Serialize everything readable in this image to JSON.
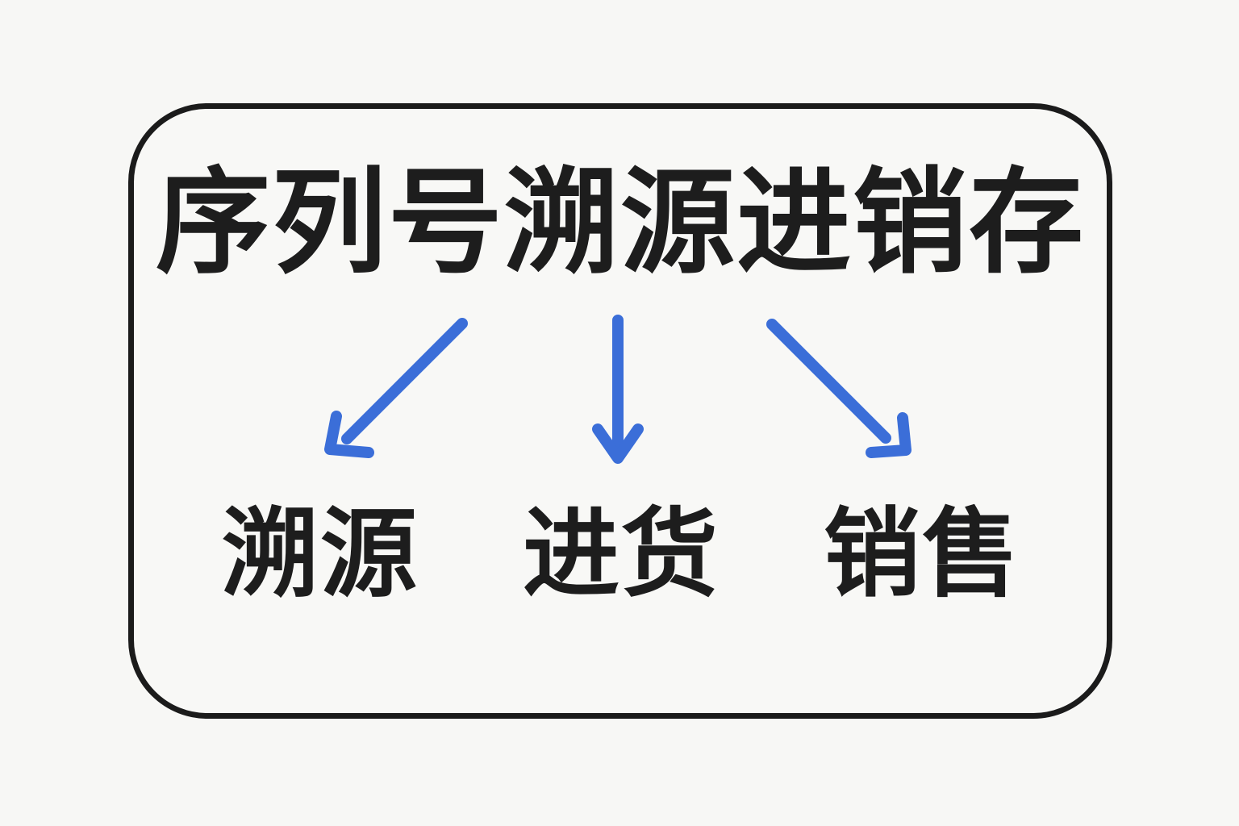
{
  "colors": {
    "bg": "#f7f7f5",
    "card-bg": "#f8f8f6",
    "border-color": "#1b1b1b",
    "arrow-color": "#3b6ed8",
    "text-color": "#1d1d1d"
  },
  "diagram": {
    "title": "序列号溯源进销存",
    "nodes": [
      {
        "label": "溯源"
      },
      {
        "label": "进货"
      },
      {
        "label": "销售"
      }
    ]
  }
}
